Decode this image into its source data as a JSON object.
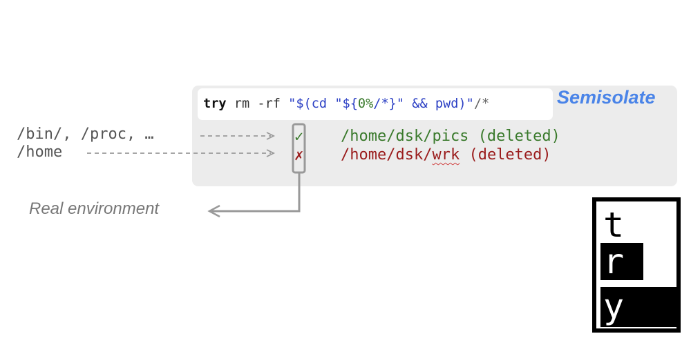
{
  "command": {
    "keyword": "try",
    "plain": " rm -rf ",
    "part1": "\"$(cd \"${",
    "var": "0%",
    "part2": "/*}\" && pwd)\"",
    "tail": "/*"
  },
  "mode_label": "Semisolate",
  "left_labels": {
    "line1": "/bin/, /proc, …",
    "line2": "/home"
  },
  "results": [
    {
      "mark": "✓",
      "prefix": "/home/dsk/pics",
      "suffix": " (deleted)",
      "status": "allowed",
      "color": "#3a7a2c"
    },
    {
      "mark": "✗",
      "prefix": "/home/dsk/",
      "word": "wrk",
      "suffix": " (deleted)",
      "status": "blocked",
      "color": "#9a1c1c"
    }
  ],
  "real_env_label": "Real environment",
  "logo": {
    "letters": [
      "t",
      "r",
      "y"
    ],
    "color": "#000000"
  },
  "colors": {
    "accent": "#4a84e8",
    "panel": "#ececec",
    "ok": "#3a7a2c",
    "bad": "#9a1c1c"
  }
}
